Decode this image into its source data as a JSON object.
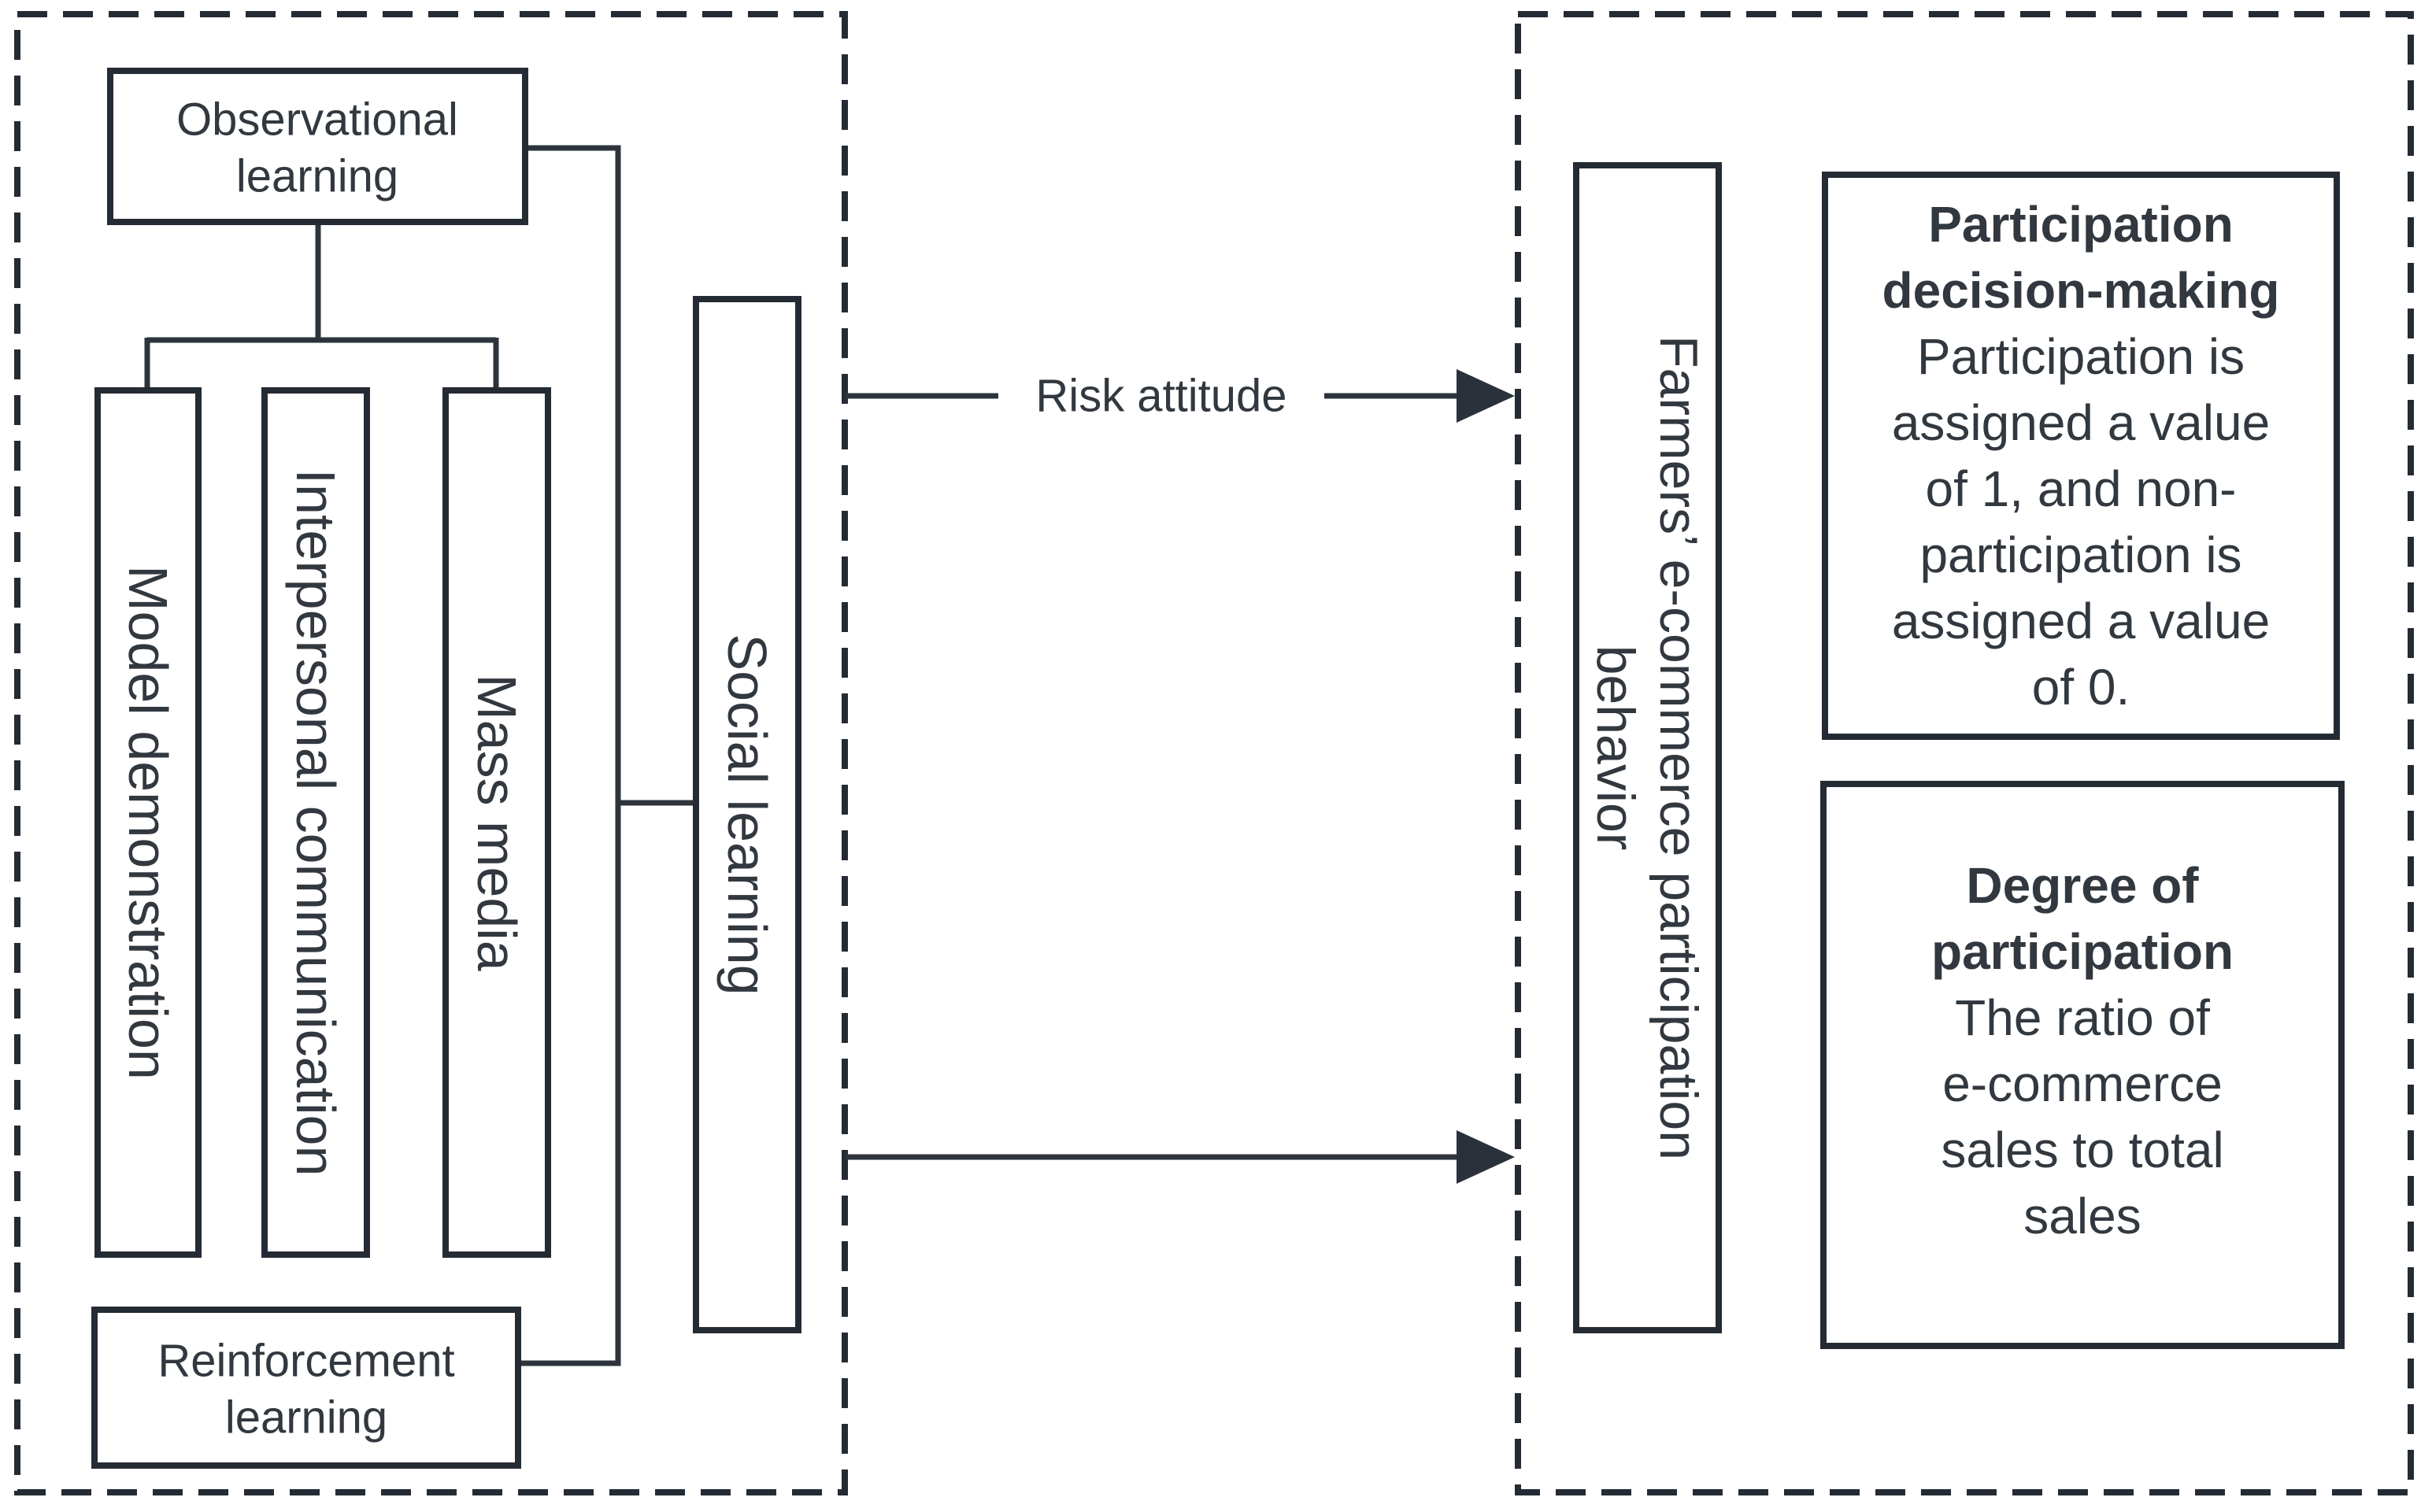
{
  "left_group": {
    "observational_box": {
      "line1": "Observational",
      "line2": "learning"
    },
    "model_box": {
      "label": "Model demonstration"
    },
    "interpersonal_box": {
      "label": "Interpersonal communication"
    },
    "mass_media_box": {
      "label": "Mass media"
    },
    "social_box": {
      "label": "Social learning"
    },
    "reinforcement_box": {
      "line1": "Reinforcement",
      "line2": "learning"
    }
  },
  "connectors": {
    "risk_attitude_label": "Risk attitude"
  },
  "right_group": {
    "farmers_box": {
      "line1": "Farmers’ e-commerce participation",
      "line2": "behavior"
    },
    "decision_box": {
      "title1": "Participation",
      "title2": "decision-making",
      "body1": "Participation is",
      "body2": "assigned a value",
      "body3": "of 1, and non-",
      "body4": "participation is",
      "body5": "assigned a value",
      "body6": "of 0."
    },
    "degree_box": {
      "title1": "Degree of",
      "title2": "participation",
      "body1": "The ratio of",
      "body2": "e-commerce",
      "body3": "sales to total",
      "body4": "sales"
    }
  },
  "colors": {
    "border": "#242b34",
    "text": "#32383f"
  }
}
